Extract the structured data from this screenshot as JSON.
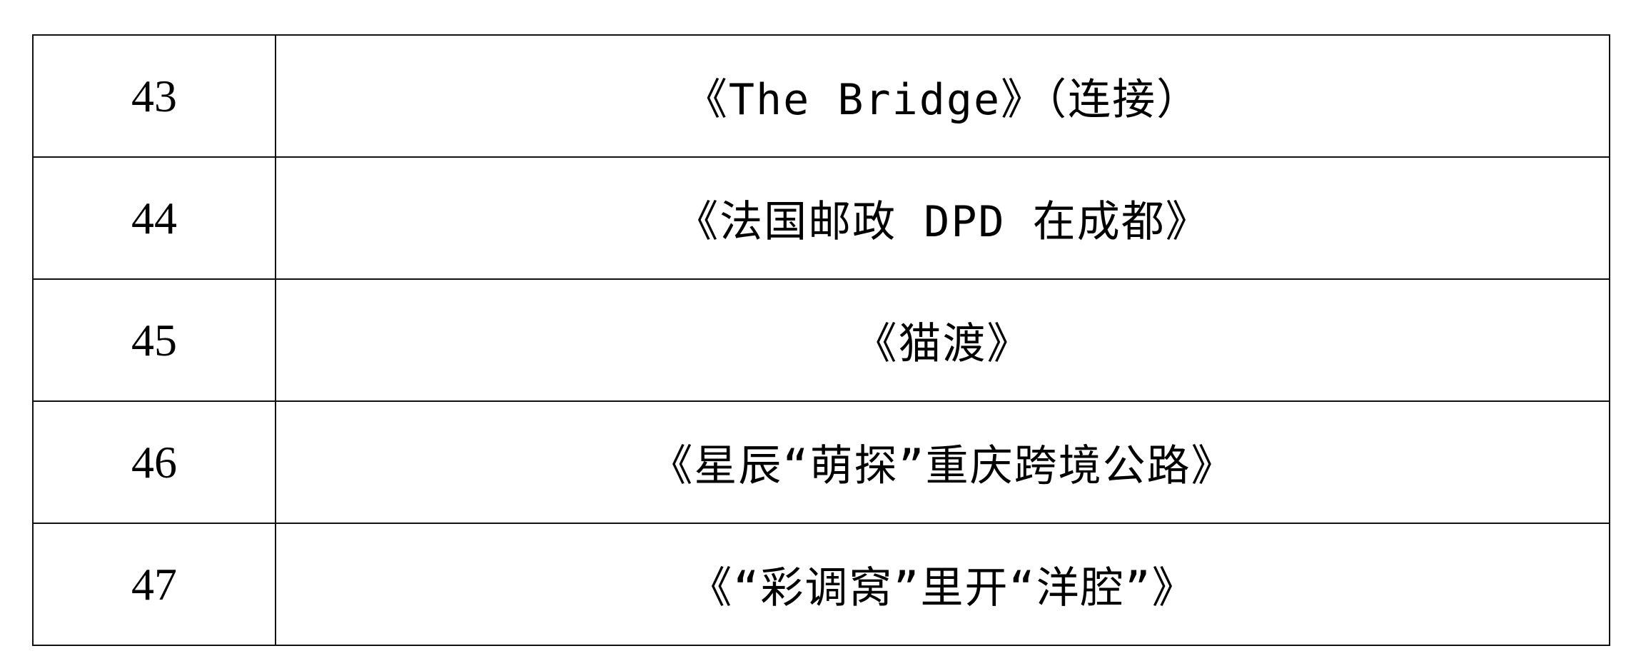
{
  "rows": [
    {
      "number": "43",
      "title": "《The Bridge》（连接）"
    },
    {
      "number": "44",
      "title": "《法国邮政 DPD 在成都》"
    },
    {
      "number": "45",
      "title": "《猫渡》"
    },
    {
      "number": "46",
      "title": "《星辰“萌探”重庆跨境公路》"
    },
    {
      "number": "47",
      "title": "《“彩调窝”里开“洋腔”》"
    }
  ]
}
